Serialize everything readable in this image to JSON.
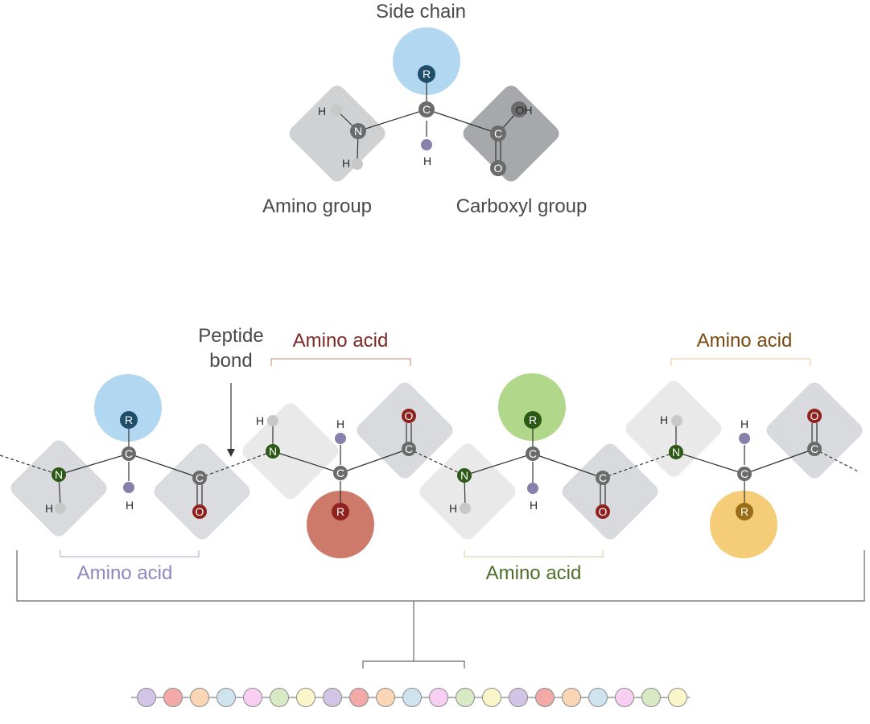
{
  "labels": {
    "side_chain": "Side chain",
    "amino_group": "Amino group",
    "carboxyl_group": "Carboxyl group",
    "peptide_bond": [
      "Peptide",
      "bond"
    ],
    "amino_acid": "Amino acid"
  },
  "atoms": {
    "carbon": "C",
    "nitrogen": "N",
    "oxygen": "O",
    "hydrogen": "H",
    "side_chain": "R",
    "hydroxyl": "OH"
  },
  "colors": {
    "amino_group_box": "#cfd1d3",
    "carboxyl_group_box_top": "#a7a8ab",
    "light_box": "#e8e8e8",
    "mid_box": "#d8dadd",
    "carbon": "#6b6b6b",
    "nitrogen": "#2c5a16",
    "oxygen": "#8f221e",
    "hydrogen_grey": "#c8c8c8",
    "hydrogen_purple": "#8680aa",
    "r_blue_circle": "#b2d8f1",
    "r_blue_atom": "#1f4e6b",
    "r_red_circle": "#cd7a6b",
    "r_red_atom": "#8f221e",
    "r_green_circle": "#b1d78a",
    "r_green_atom": "#2c5a16",
    "r_yellow_circle": "#f5cc77",
    "r_yellow_atom": "#9c6b16",
    "bracket_red": "#c9867a",
    "bracket_orange": "#ecc48a",
    "bracket_purple": "#a9a6cf",
    "bracket_green": "#b7d89b",
    "label_red": "#7b2a26",
    "label_orange": "#7a4a12",
    "label_purple": "#8c88bf",
    "label_green": "#4f6e2c"
  },
  "bead_colors": [
    "#d2c4e4",
    "#f4a9a9",
    "#fbd6b6",
    "#cfe3ef",
    "#f8cff2",
    "#d8eac4",
    "#fbf6c9",
    "#d2c4e4",
    "#f4a9a9",
    "#fbd6b6",
    "#cfe3ef",
    "#f8cff2",
    "#d8eac4",
    "#fbf6c9",
    "#d2c4e4",
    "#f4a9a9",
    "#fbd6b6",
    "#cfe3ef",
    "#f8cff2",
    "#d8eac4",
    "#fbf6c9"
  ]
}
